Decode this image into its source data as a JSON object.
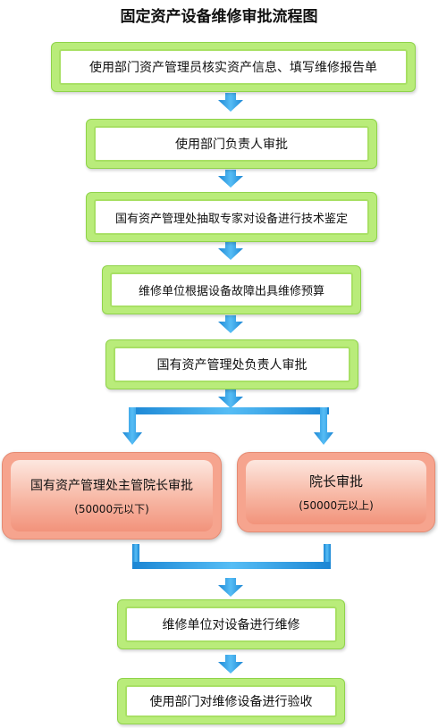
{
  "title": "固定资产设备维修审批流程图",
  "steps": [
    "使用部门资产管理员核实资产信息、填写维修报告单",
    "使用部门负责人审批",
    "国有资产管理处抽取专家对设备进行技术鉴定",
    "维修单位根据设备故障出具维修预算",
    "国有资产管理处负责人审批",
    "维修单位对设备进行维修",
    "使用部门对维修设备进行验收"
  ],
  "branches": [
    {
      "label": "国有资产管理处主管院长审批",
      "condition": "(50000元以下)"
    },
    {
      "label": "院长审批",
      "condition": "(50000元以上)"
    }
  ],
  "colors": {
    "step_fill": "#b9ec7a",
    "branch_fill": "#f6a48e",
    "arrow": "#2a9ee6"
  }
}
